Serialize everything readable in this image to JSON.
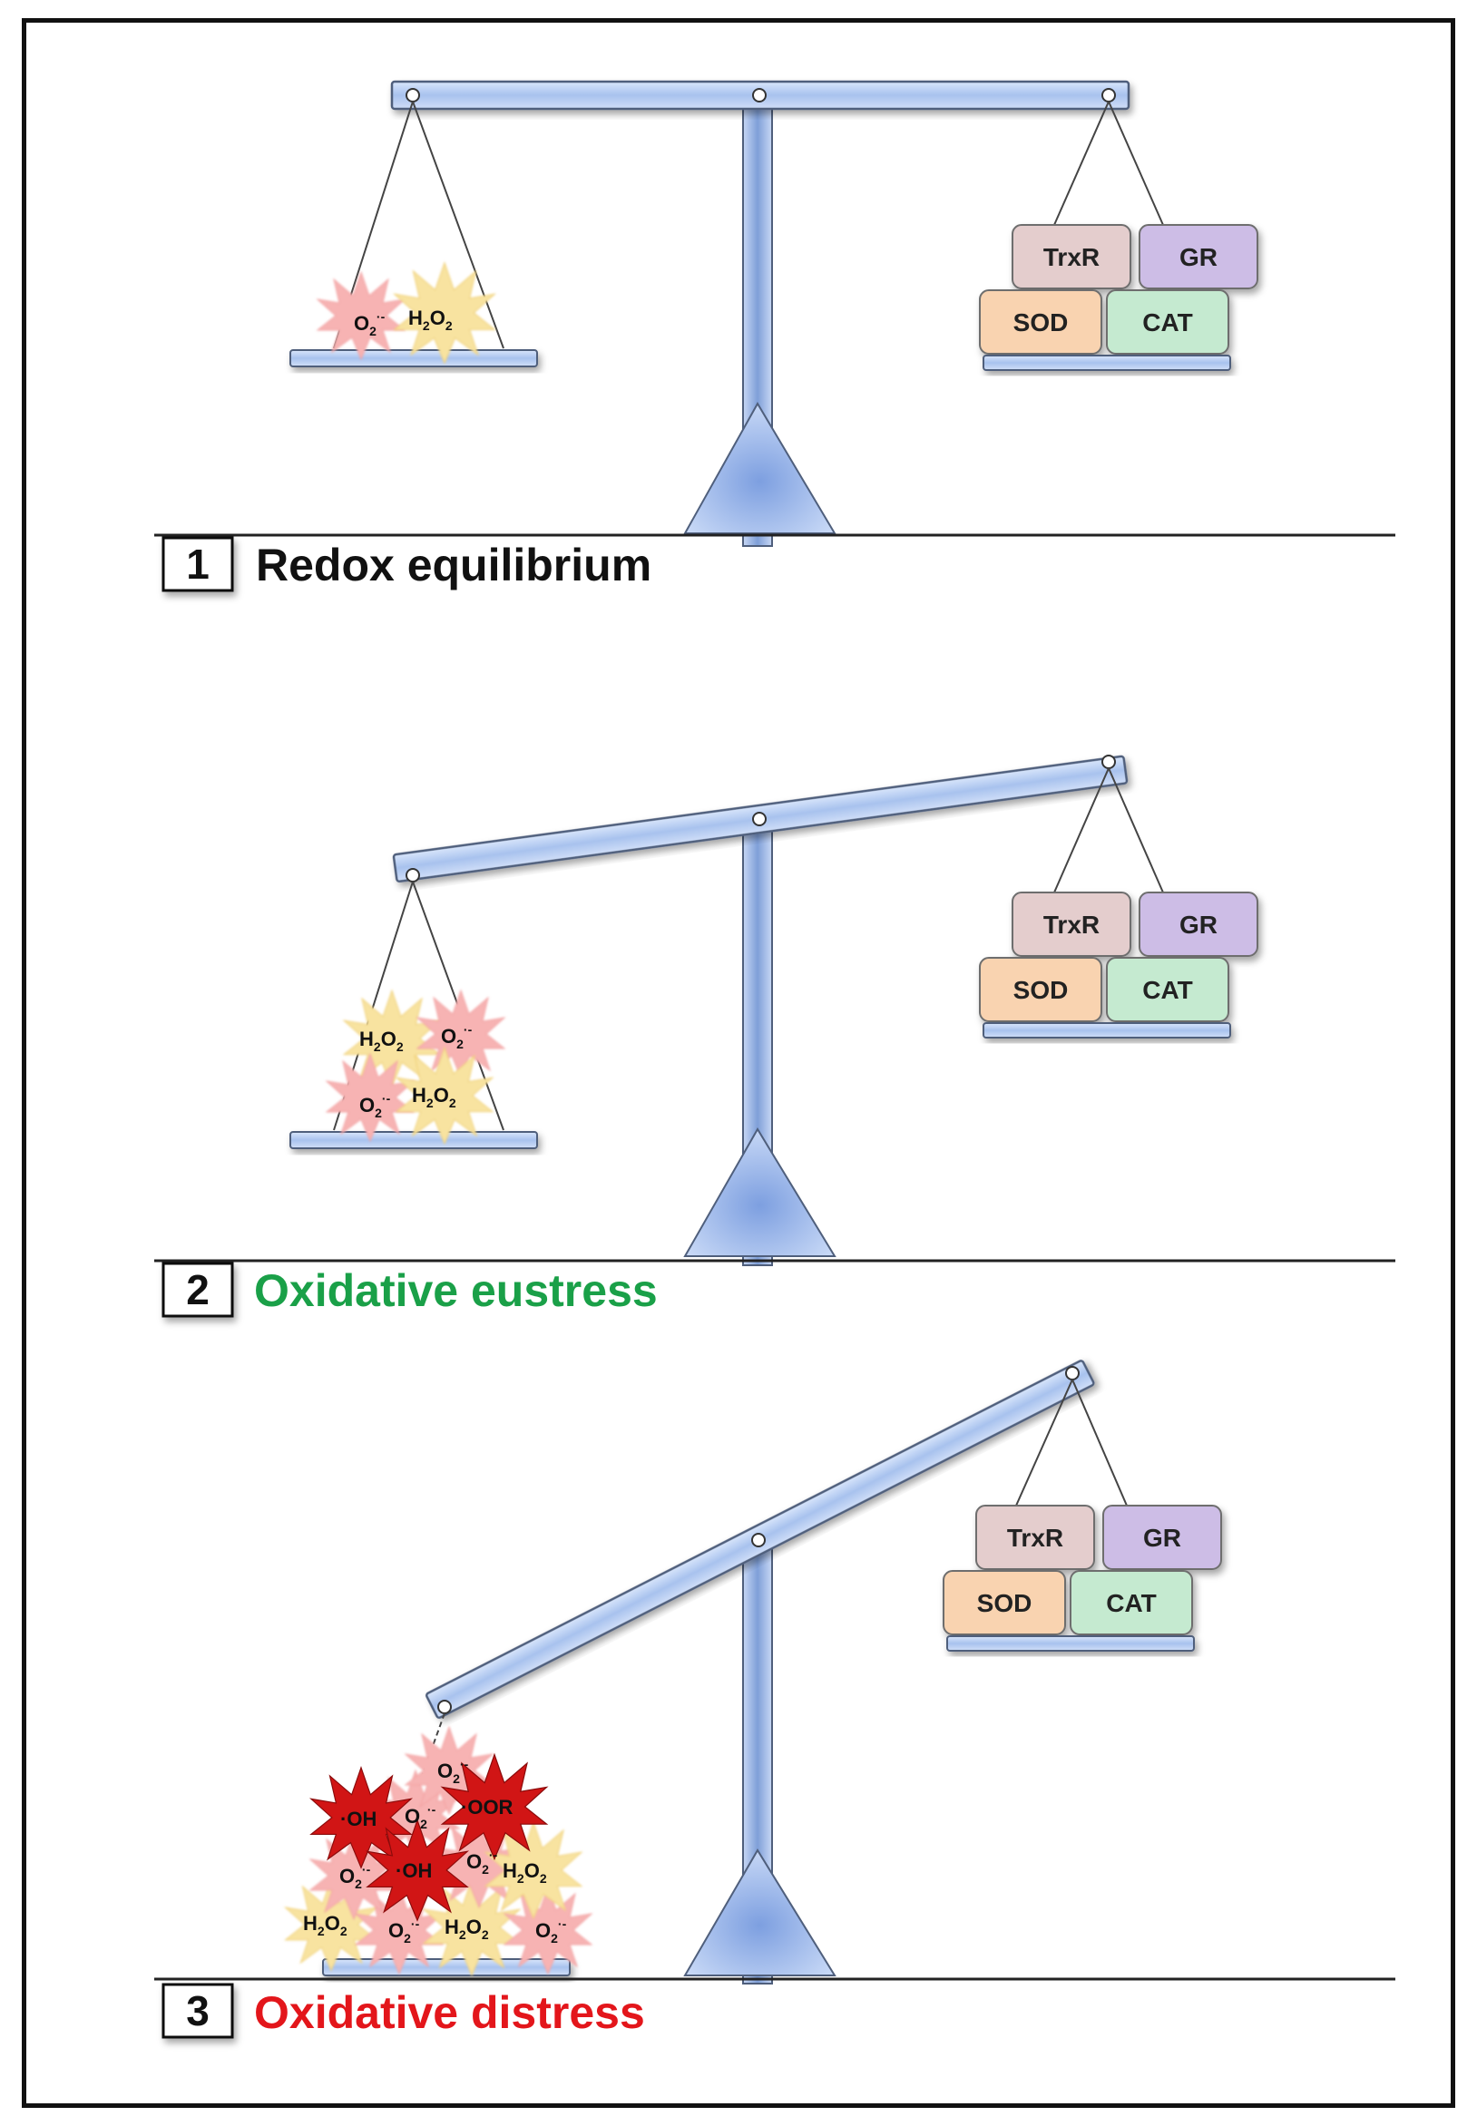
{
  "colors": {
    "beam": "#bcd2f3",
    "beam_stroke": "#5a6f91",
    "trxr": "#e4cdcd",
    "gr": "#cdbde6",
    "sod": "#f9d3b0",
    "cat": "#c5ead0",
    "ros_pink": "#f7b3b3",
    "ros_yellow": "#f8e3a0",
    "ros_red": "#d11515",
    "state_1": "#111111",
    "state_2": "#1aa048",
    "state_3": "#e3161b"
  },
  "enzymes": {
    "trxr": "TrxR",
    "gr": "GR",
    "sod": "SOD",
    "cat": "CAT"
  },
  "ros": {
    "superoxide_base": "O",
    "superoxide_sub": "2",
    "superoxide_sup": "·-",
    "peroxide_h": "H",
    "peroxide_sub": "2",
    "peroxide_o": "O",
    "hydroxyl": "OH",
    "hydroxyl_dot": "·",
    "peroxyl": "OOR",
    "peroxyl_dot": "·"
  },
  "states": [
    {
      "number": "1",
      "label": "Redox equilibrium"
    },
    {
      "number": "2",
      "label": "Oxidative eustress"
    },
    {
      "number": "3",
      "label": "Oxidative distress"
    }
  ]
}
